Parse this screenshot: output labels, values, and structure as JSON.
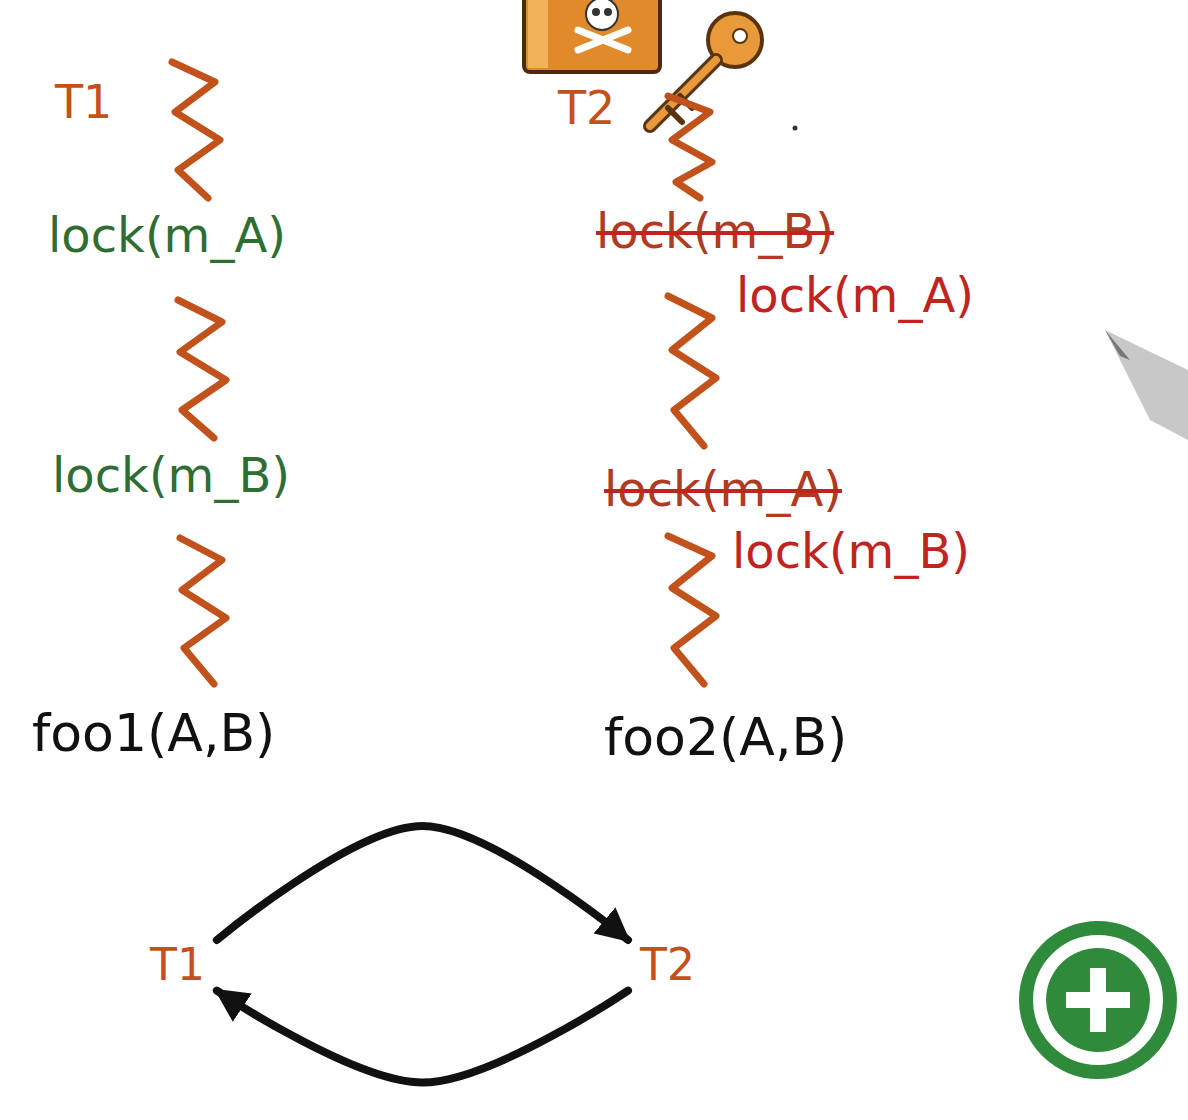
{
  "diagram": {
    "nodes": [
      {
        "text": [
          "T1"
        ]
      },
      {
        "text": [
          "T2"
        ]
      }
    ],
    "edges": [
      {
        "from": 0,
        "to": 1,
        "arrow": "to"
      },
      {
        "from": 1,
        "to": 0,
        "arrow": "to"
      }
    ],
    "labels": [
      "T1",
      "lock(m_A)",
      "lock(m_B)",
      "foo1(A,B)",
      "T2",
      "lock(m_B)",
      "lock(m_A)",
      "lock(m_A)",
      "lock(m_B)",
      "foo2(A,B)"
    ]
  }
}
